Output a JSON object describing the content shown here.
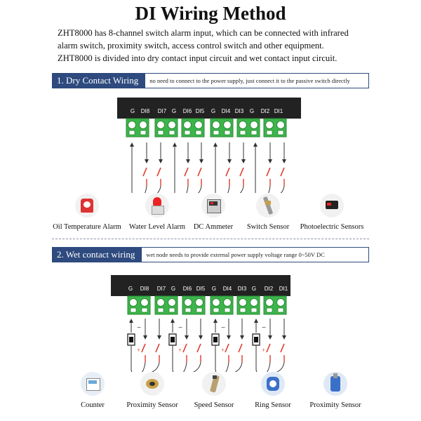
{
  "title": "DI Wiring Method",
  "intro": [
    "ZHT8000 has 8-channel switch alarm input, which can be connected with infrared",
    "alarm switch, proximity switch, access control switch and other equipment.",
    "ZHT8000 is divided into dry contact input circuit and wet contact input circuit."
  ],
  "dry": {
    "heading": "1. Dry Contact Wiring",
    "note": "no need to connect to the power supply, just connect it to the passive switch directly",
    "terminals": [
      "G",
      "DI8",
      "DI7",
      "G",
      "DI6",
      "DI5",
      "G",
      "DI4",
      "DI3",
      "G",
      "DI2",
      "DI1"
    ],
    "sensors": [
      {
        "label": "Oil Temperature Alarm",
        "icon": "oil-temperature-alarm-icon"
      },
      {
        "label": "Water Level Alarm",
        "icon": "water-level-alarm-icon"
      },
      {
        "label": "DC Ammeter",
        "icon": "dc-ammeter-icon"
      },
      {
        "label": "Switch Sensor",
        "icon": "switch-sensor-icon"
      },
      {
        "label": "Photoelectric Sensors",
        "icon": "photoelectric-sensor-icon"
      }
    ]
  },
  "wet": {
    "heading": "2. Wet contact wiring",
    "note": "wet node needs to provide external power supply voltage range 0~50V DC",
    "terminals": [
      "G",
      "DI8",
      "DI7",
      "G",
      "DI6",
      "DI5",
      "G",
      "DI4",
      "DI3",
      "G",
      "DI2",
      "DI1"
    ],
    "polarity": {
      "minus": "−",
      "plus": "+"
    },
    "sensors": [
      {
        "label": "Counter",
        "icon": "counter-icon"
      },
      {
        "label": "Proximity Sensor",
        "icon": "proximity-sensor-icon"
      },
      {
        "label": "Speed Sensor",
        "icon": "speed-sensor-icon"
      },
      {
        "label": "Ring Sensor",
        "icon": "ring-sensor-icon"
      },
      {
        "label": "Proximity Sensor",
        "icon": "proximity-sensor-blue-icon"
      }
    ]
  },
  "colors": {
    "header": "#2e4a7e",
    "terminal": "#3cb54a",
    "block": "#222222",
    "switch": "#e03a2f",
    "wire": "#333333"
  }
}
